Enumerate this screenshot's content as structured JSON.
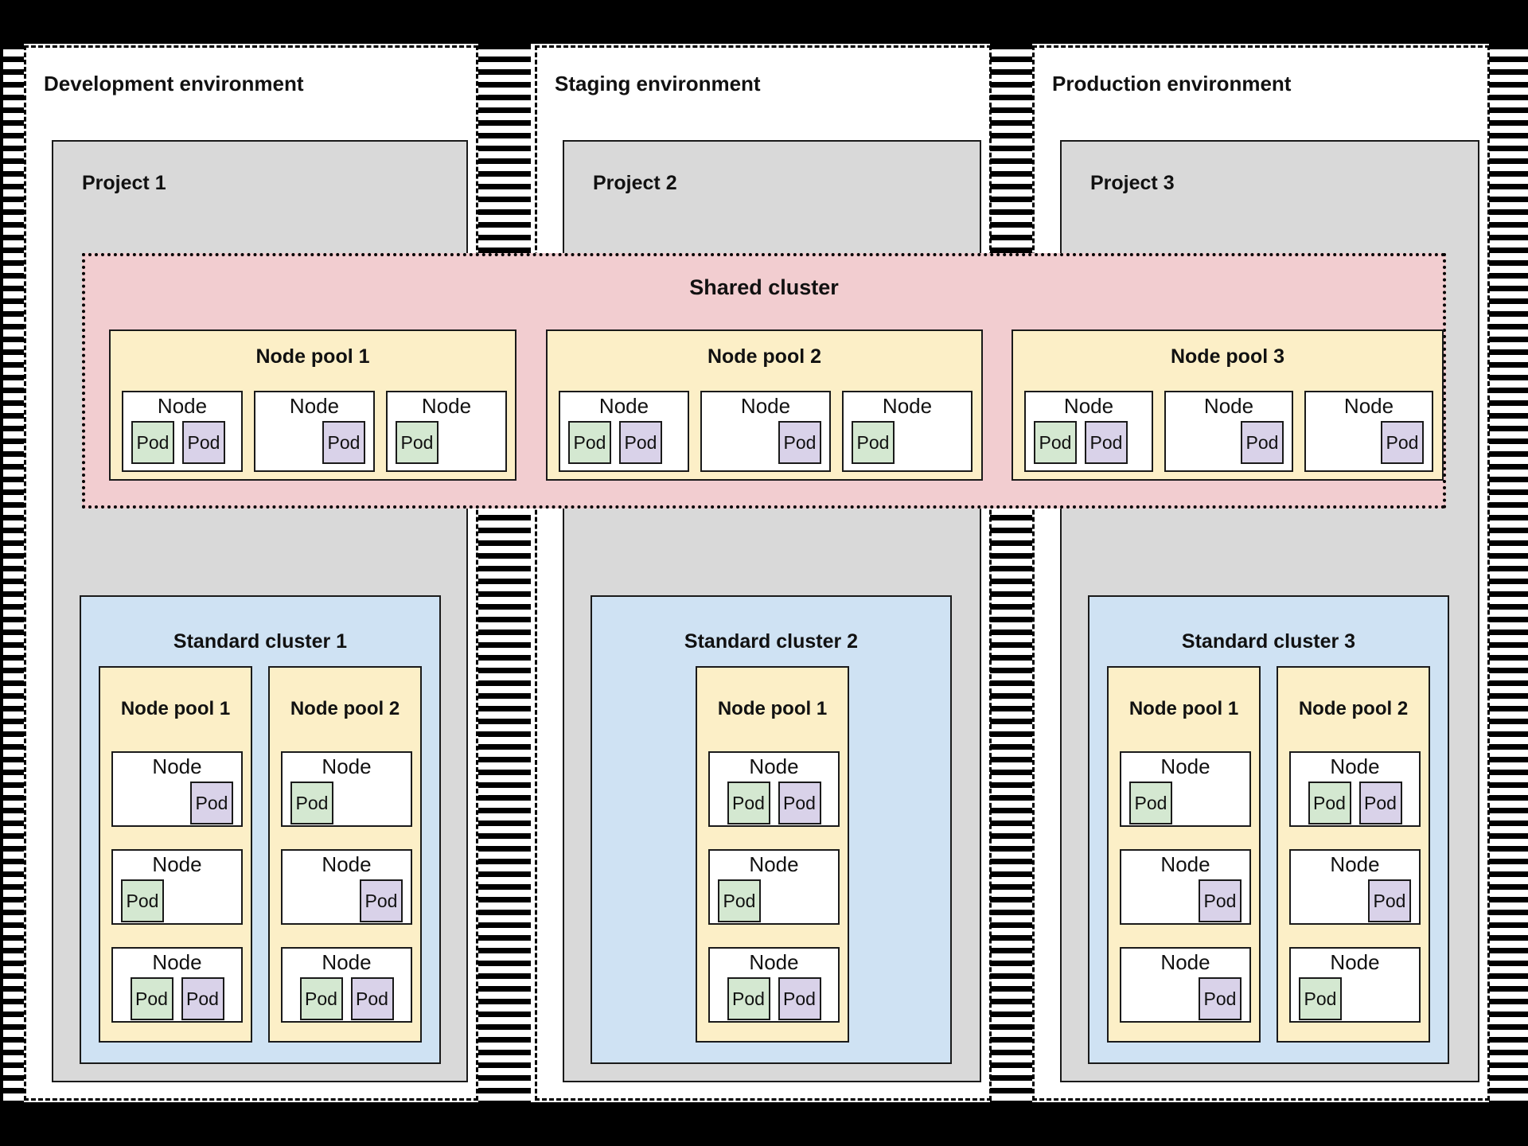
{
  "node_label": "Node",
  "pod_label": "Pod",
  "colors": {
    "background": "#000000",
    "surface": "#ffffff",
    "project_gray": "#d9d9d9",
    "shared_pink": "#f2cdd0",
    "pool_yellow": "#fcefc7",
    "cluster_blue": "#cfe2f3",
    "pod_green": "#d4e8d1",
    "pod_purple": "#d9d2e9",
    "line_black": "#1a1a1a"
  },
  "shared_cluster": {
    "title": "Shared cluster",
    "node_pools": [
      {
        "title": "Node pool 1",
        "nodes": [
          {
            "label": "Node",
            "align": "left",
            "pods": [
              "green",
              "purple"
            ]
          },
          {
            "label": "Node",
            "align": "right",
            "pods": [
              "purple"
            ]
          },
          {
            "label": "Node",
            "align": "left",
            "pods": [
              "green"
            ]
          }
        ]
      },
      {
        "title": "Node pool 2",
        "nodes": [
          {
            "label": "Node",
            "align": "left",
            "pods": [
              "green",
              "purple"
            ]
          },
          {
            "label": "Node",
            "align": "right",
            "pods": [
              "purple"
            ]
          },
          {
            "label": "Node",
            "align": "left",
            "pods": [
              "green"
            ]
          }
        ]
      },
      {
        "title": "Node pool 3",
        "nodes": [
          {
            "label": "Node",
            "align": "left",
            "pods": [
              "green",
              "purple"
            ]
          },
          {
            "label": "Node",
            "align": "right",
            "pods": [
              "purple"
            ]
          },
          {
            "label": "Node",
            "align": "right",
            "pods": [
              "purple"
            ]
          }
        ]
      }
    ]
  },
  "environments": [
    {
      "title": "Development environment",
      "project": {
        "title": "Project 1"
      },
      "standard_cluster": {
        "title": "Standard cluster 1",
        "node_pools": [
          {
            "title": "Node pool 1",
            "nodes": [
              {
                "label": "Node",
                "align": "right",
                "pods": [
                  "purple"
                ]
              },
              {
                "label": "Node",
                "align": "left",
                "pods": [
                  "green"
                ]
              },
              {
                "label": "Node",
                "align": "center",
                "pods": [
                  "green",
                  "purple"
                ]
              }
            ]
          },
          {
            "title": "Node pool 2",
            "nodes": [
              {
                "label": "Node",
                "align": "left",
                "pods": [
                  "green"
                ]
              },
              {
                "label": "Node",
                "align": "right",
                "pods": [
                  "purple"
                ]
              },
              {
                "label": "Node",
                "align": "center",
                "pods": [
                  "green",
                  "purple"
                ]
              }
            ]
          }
        ]
      }
    },
    {
      "title": "Staging environment",
      "project": {
        "title": "Project 2"
      },
      "standard_cluster": {
        "title": "Standard cluster 2",
        "node_pools": [
          {
            "title": "Node pool 1",
            "nodes": [
              {
                "label": "Node",
                "align": "center",
                "pods": [
                  "green",
                  "purple"
                ]
              },
              {
                "label": "Node",
                "align": "left",
                "pods": [
                  "green"
                ]
              },
              {
                "label": "Node",
                "align": "center",
                "pods": [
                  "green",
                  "purple"
                ]
              }
            ]
          }
        ]
      }
    },
    {
      "title": "Production environment",
      "project": {
        "title": "Project 3"
      },
      "standard_cluster": {
        "title": "Standard cluster 3",
        "node_pools": [
          {
            "title": "Node pool 1",
            "nodes": [
              {
                "label": "Node",
                "align": "left",
                "pods": [
                  "green"
                ]
              },
              {
                "label": "Node",
                "align": "right",
                "pods": [
                  "purple"
                ]
              },
              {
                "label": "Node",
                "align": "right",
                "pods": [
                  "purple"
                ]
              }
            ]
          },
          {
            "title": "Node pool 2",
            "nodes": [
              {
                "label": "Node",
                "align": "center",
                "pods": [
                  "green",
                  "purple"
                ]
              },
              {
                "label": "Node",
                "align": "right",
                "pods": [
                  "purple"
                ]
              },
              {
                "label": "Node",
                "align": "left",
                "pods": [
                  "green"
                ]
              }
            ]
          }
        ]
      }
    }
  ]
}
